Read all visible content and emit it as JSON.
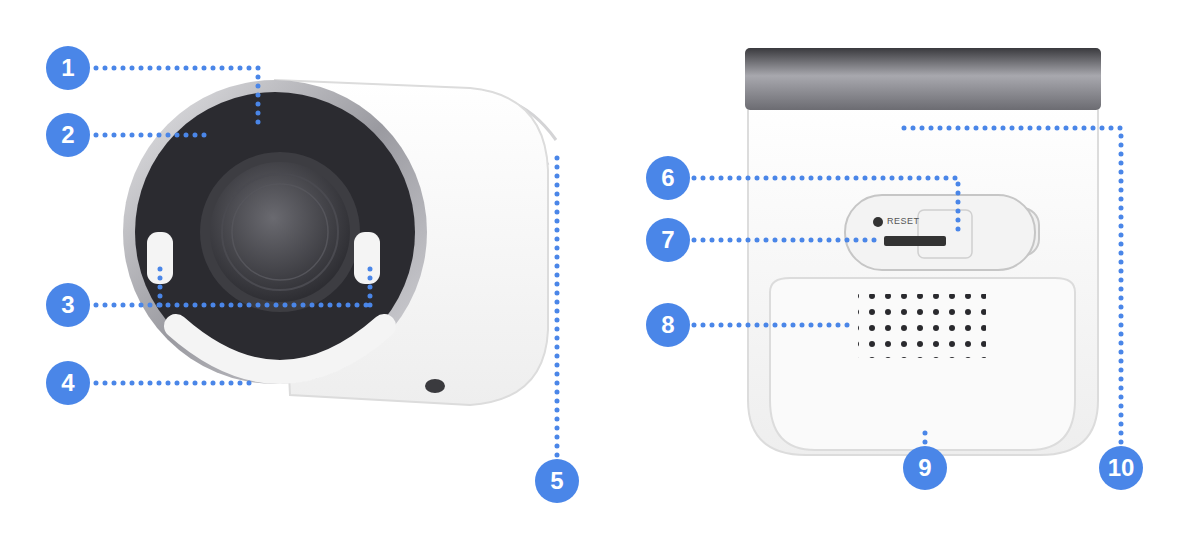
{
  "diagram": {
    "labels": [
      "1",
      "2",
      "3",
      "4",
      "5",
      "6",
      "7",
      "8",
      "9",
      "10",
      "RESET"
    ]
  }
}
